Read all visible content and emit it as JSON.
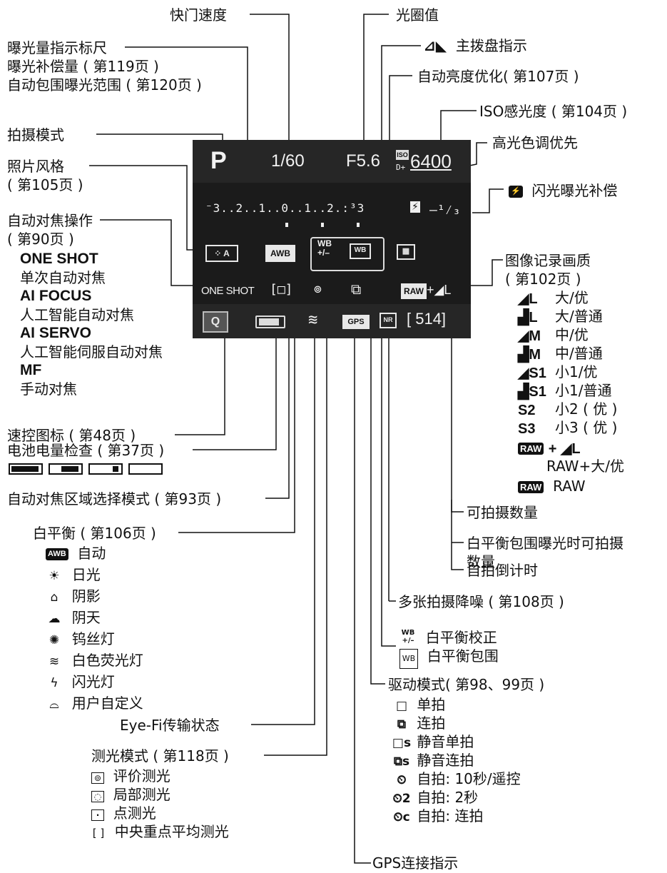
{
  "callouts_top": {
    "shutter": "快门速度",
    "aperture": "光圈值",
    "main_dial": "主拨盘指示",
    "alo": "自动亮度优化( 第107页 )",
    "iso": "ISO感光度 ( 第104页 )",
    "highlight": "高光色调优先",
    "flash_comp": "闪光曝光补偿"
  },
  "callouts_left": {
    "exposure_line1": "曝光量指示标尺",
    "exposure_line2": "曝光补偿量 ( 第119页 )",
    "exposure_line3": "自动包围曝光范围 ( 第120页 )",
    "shooting_mode": "拍摄模式",
    "picture_style_1": "照片风格",
    "picture_style_2": "( 第105页 )",
    "af_op_1": "自动对焦操作",
    "af_op_2": "( 第90页 )",
    "af_modes": [
      {
        "name": "ONE SHOT",
        "desc": "单次自动对焦"
      },
      {
        "name": "AI FOCUS",
        "desc": "人工智能自动对焦"
      },
      {
        "name": "AI SERVO",
        "desc": "人工智能伺服自动对焦"
      },
      {
        "name": "MF",
        "desc": "手动对焦"
      }
    ],
    "quick_control": "速控图标 ( 第48页 )",
    "battery": "电池电量检查 ( 第37页 )",
    "af_area": "自动对焦区域选择模式 ( 第93页 )",
    "wb_title": "白平衡 ( 第106页 )",
    "wb_items": [
      {
        "icon": "AWB",
        "label": "自动"
      },
      {
        "icon": "☀",
        "label": "日光"
      },
      {
        "icon": "⌂",
        "label": "阴影"
      },
      {
        "icon": "☁",
        "label": "阴天"
      },
      {
        "icon": "✺",
        "label": "钨丝灯"
      },
      {
        "icon": "≋",
        "label": "白色荧光灯"
      },
      {
        "icon": "ϟ",
        "label": "闪光灯"
      },
      {
        "icon": "⌓",
        "label": "用户自定义"
      }
    ],
    "eyefi": "Eye-Fi传输状态",
    "metering_title": "测光模式 ( 第118页 )",
    "metering_items": [
      {
        "icon": "⊚",
        "label": "评价测光"
      },
      {
        "icon": "◌",
        "label": "局部测光"
      },
      {
        "icon": "·",
        "label": "点测光"
      },
      {
        "icon": "[ ]",
        "label": "中央重点平均测光"
      }
    ]
  },
  "callouts_right": {
    "quality_1": "图像记录画质",
    "quality_2": "( 第102页 )",
    "quality_items": [
      {
        "sym": "L",
        "label": "大/优"
      },
      {
        "sym": "L",
        "label": "大/普通"
      },
      {
        "sym": "M",
        "label": "中/优"
      },
      {
        "sym": "M",
        "label": "中/普通"
      },
      {
        "sym": "S1",
        "label": "小1/优"
      },
      {
        "sym": "S1",
        "label": "小1/普通"
      },
      {
        "sym": "S2",
        "label": "小2 ( 优 )"
      },
      {
        "sym": "S3",
        "label": "小3 ( 优 )"
      }
    ],
    "raw_plus_sym": "RAW",
    "raw_plus_l": "L",
    "raw_plus_label": "RAW+大/优",
    "raw_sym": "RAW",
    "raw_label": "RAW",
    "shots_remaining": "可拍摄数量",
    "wb_bracket_1": "白平衡包围曝光时可拍摄",
    "wb_bracket_2": "数量",
    "self_timer": "自拍倒计时",
    "multi_nr": "多张拍摄降噪 ( 第108页 )",
    "wb_shift": "白平衡校正",
    "wb_bkt": "白平衡包围",
    "drive_title": "驱动模式( 第98、99页 )",
    "drive_items": [
      {
        "icon": "□",
        "label": "单拍"
      },
      {
        "icon": "⧉",
        "label": "连拍"
      },
      {
        "icon": "□s",
        "label": "静音单拍"
      },
      {
        "icon": "⧉s",
        "label": "静音连拍"
      },
      {
        "icon": "⏲",
        "label": "自拍: 10秒/遥控"
      },
      {
        "icon": "⏲2",
        "label": "自拍: 2秒"
      },
      {
        "icon": "⏲c",
        "label": "自拍: 连拍"
      }
    ],
    "gps": "GPS连接指示"
  },
  "panel": {
    "mode": "P",
    "shutter": "1/60",
    "aperture": "F5.6",
    "iso_prefix": "ISO",
    "iso_sub": "D+",
    "iso": "6400",
    "scale": "⁻3..2..1..0..1..2.:³3",
    "flash_comp_value": "–¹⁄₃",
    "wb": "AWB",
    "wb_shift_top": "WB",
    "wb_shift_bottom": "+/–",
    "af_mode": "ONE SHOT",
    "quality": "RAW+",
    "quality_l": "L",
    "q_button": "Q",
    "gps": "GPS",
    "nr": "NR",
    "shots": "[ 514]"
  }
}
